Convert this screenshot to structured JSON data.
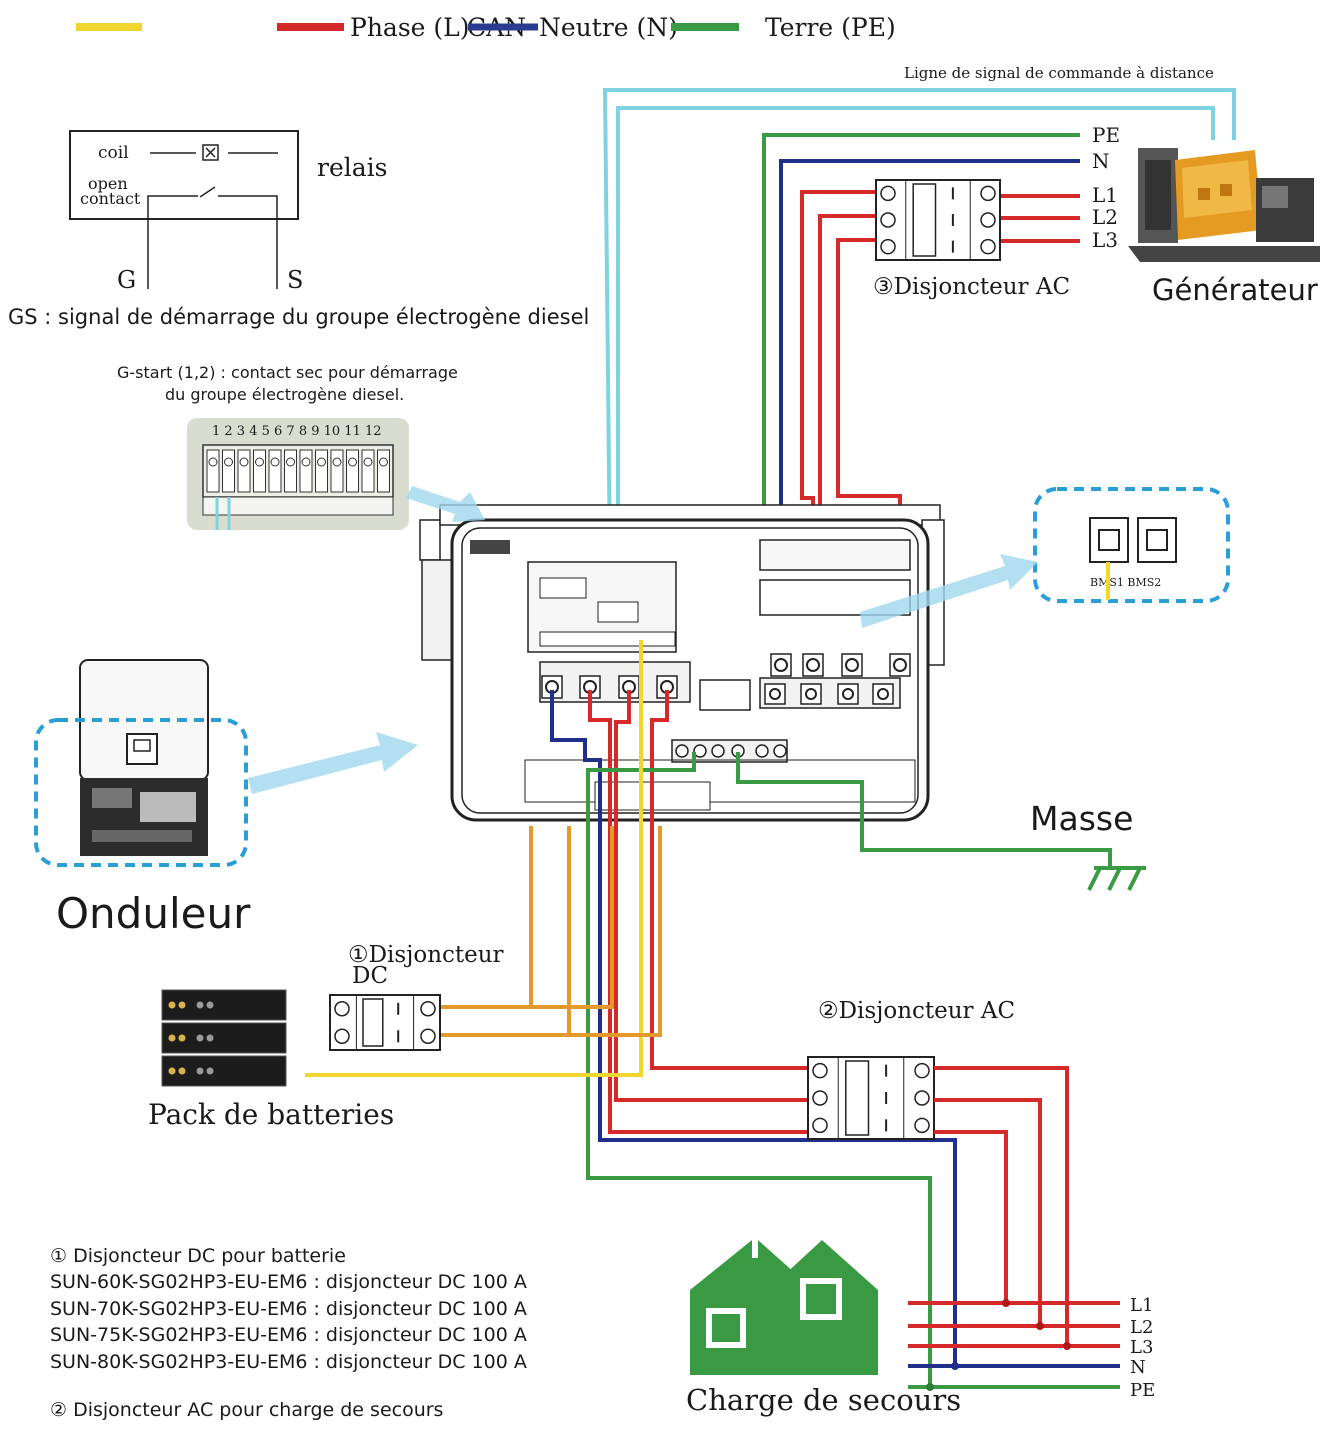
{
  "legend": {
    "items": [
      {
        "label": "",
        "color": "#f2d630"
      },
      {
        "label": "Phase (L)",
        "color": "#d62a2a"
      },
      {
        "label": "CAN",
        "color": "#2a3c8f"
      },
      {
        "label": "Neutre (N)",
        "color": "#2a3c8f"
      },
      {
        "label": "Terre (PE)",
        "color": "#3a9a44"
      }
    ]
  },
  "colors": {
    "phase": "#d62a2a",
    "neutral": "#1f2f8a",
    "earth": "#3a9a44",
    "signal": "#f2d630",
    "dc": "#e39a2a",
    "remote": "#7fd3e0",
    "highlight": "#2a9fd6"
  },
  "relay": {
    "coil": "coil",
    "contact_line1": "open",
    "contact_line2": "contact",
    "title": "relais",
    "pin_g": "G",
    "pin_s": "S",
    "caption": "GS : signal de démarrage du groupe électrogène diesel"
  },
  "gstart": {
    "caption_line1": "G-start (1,2) : contact sec pour démarrage",
    "caption_line2": "du groupe électrogène diesel.",
    "pins": "1 2 3 4 5 6 7 8 9 10 11 12"
  },
  "remote_label": "Ligne de signal de commande  à  distance",
  "generator": {
    "title": "Générateur",
    "breaker": "③Disjoncteur AC",
    "lines": [
      "PE",
      "N",
      "L1",
      "L2",
      "L3"
    ]
  },
  "bms": {
    "label": "BMS1 BMS2"
  },
  "inverter": {
    "title": "Onduleur"
  },
  "ground": {
    "title": "Masse"
  },
  "battery": {
    "breaker_line1": "①Disjoncteur",
    "breaker_line2": "DC",
    "title": "Pack de batteries"
  },
  "load": {
    "breaker": "②Disjoncteur AC",
    "title": "Charge de secours",
    "lines": [
      "L1",
      "L2",
      "L3",
      "N",
      "PE"
    ]
  },
  "notes": [
    "① Disjoncteur DC pour batterie",
    "SUN-60K-SG02HP3-EU-EM6 : disjoncteur DC 100 A",
    "SUN-70K-SG02HP3-EU-EM6 : disjoncteur DC 100 A",
    "SUN-75K-SG02HP3-EU-EM6 : disjoncteur DC 100 A",
    "SUN-80K-SG02HP3-EU-EM6 : disjoncteur DC 100 A",
    "② Disjoncteur AC pour charge de secours"
  ]
}
